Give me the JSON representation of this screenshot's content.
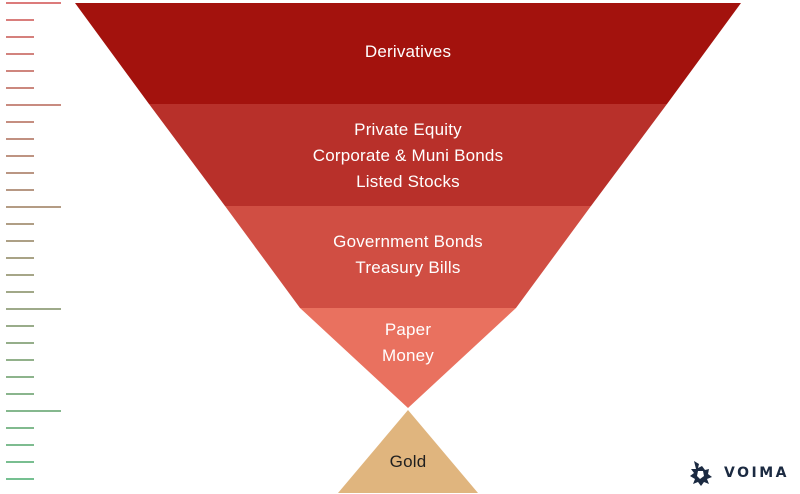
{
  "tiers": [
    {
      "lines": [
        "Derivatives"
      ],
      "color": "#a3120d"
    },
    {
      "lines": [
        "Private Equity",
        "Corporate & Muni Bonds",
        "Listed Stocks"
      ],
      "color": "#b8302a"
    },
    {
      "lines": [
        "Government Bonds",
        "Treasury Bills"
      ],
      "color": "#d04e43"
    },
    {
      "lines": [
        "Paper",
        "Money"
      ],
      "color": "#e9715f"
    }
  ],
  "base": {
    "label": "Gold",
    "color": "#e0b57e"
  },
  "brand": {
    "name": "VOIMA",
    "color": "#1b2a41"
  },
  "scale_colors": {
    "top": "#c72c2c",
    "middle": "#7a6a3e",
    "bottom": "#1e9e50"
  }
}
